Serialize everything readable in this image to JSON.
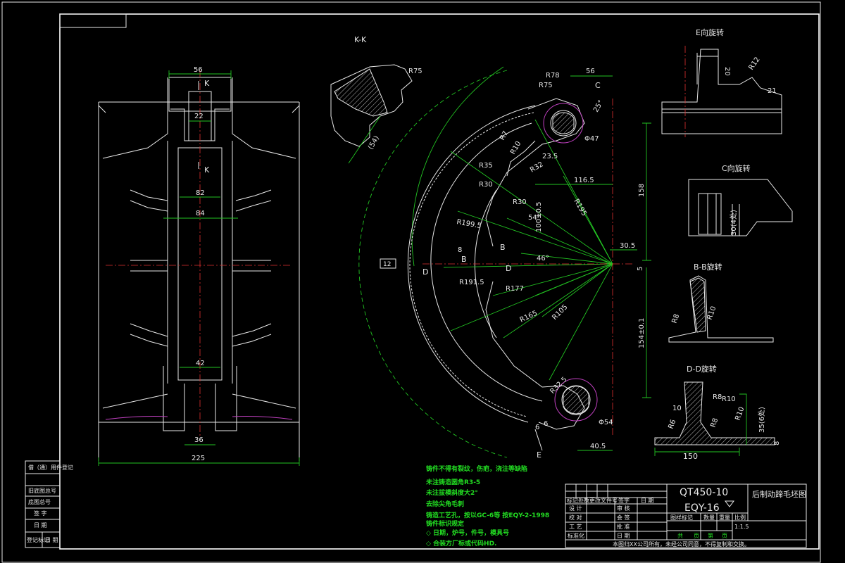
{
  "views": {
    "section_kk": "K-K",
    "view_e": "E向旋转",
    "view_c": "C向旋转",
    "section_bb": "B-B旋转",
    "section_dd": "D-D旋转"
  },
  "markers": {
    "k_top": "K",
    "k_bottom": "K",
    "c_arrow": "C",
    "e_arrow": "E",
    "d_left": "D",
    "d_right": "D",
    "b_left": "B",
    "b_right": "B",
    "ref_box": "12"
  },
  "side_view_dims": {
    "d56": "56",
    "d22": "22",
    "d82": "82",
    "d84": "84",
    "d42": "42",
    "d36": "36",
    "d225": "225"
  },
  "kk_dims": {
    "r75": "R75",
    "d5": "(54)"
  },
  "main_dims": {
    "r78": "R78",
    "r75": "R75",
    "d56": "56",
    "a25": "25°",
    "d47": "Φ47",
    "r10": "R10",
    "r7": "R7",
    "d23_5": "23.5",
    "r35": "R35",
    "r32": "R32",
    "d116_5": "116.5",
    "r30a": "R30",
    "r30b": "R30",
    "r195": "R195",
    "d158": "158",
    "r199": "R199.5",
    "a54": "54°",
    "d100": "100±0.5",
    "d8": "8",
    "d30_5": "30.5",
    "a46": "46°",
    "d5": "5",
    "r191": "R191.5",
    "r177": "R177",
    "r165": "R165",
    "r105": "R105",
    "d154": "154±0.1",
    "r32_5": "R32.5",
    "d6a": "6",
    "d6b": "6",
    "d54": "Φ54",
    "d40_5": "40.5"
  },
  "detail_dims": {
    "e_d20": "20",
    "e_r12": "R12",
    "e_d21": "21",
    "c_d30": "30(4处)",
    "b_r8": "R8",
    "b_r10": "R10",
    "d_r8": "R8",
    "d_r10a": "R10",
    "d_d10": "10",
    "d_r6": "R6",
    "d_r8b": "R8",
    "d_r10b": "R10",
    "d_35": "35(6处)",
    "d_8": "8",
    "d_150": "150"
  },
  "notes": [
    "铸件不得有裂纹，伤疤，浇注等缺陷",
    "未注铸造圆角R3-5",
    "未注拔模斜度大2°",
    "去除尖角毛刺",
    "铸造工艺孔，按以GC-6等  按EQY-2-1998",
    "铸件标识规定",
    "◇ 日期，炉号，件号，模具号",
    "◇ 合装方厂标或代码HD."
  ],
  "title_block": {
    "material": "QT450-10",
    "code": "EQY-16",
    "name": "后制动蹄毛坯图",
    "scale": "1:1.5",
    "rows": [
      {
        "a": "设 计",
        "b": "审 核"
      },
      {
        "a": "校 对",
        "b": "会 签"
      },
      {
        "a": "工 艺",
        "b": "批 准"
      },
      {
        "a": "标准化",
        "b": "日 期"
      }
    ],
    "header": [
      "标记处数",
      "更改文件号",
      "签字",
      "日 期"
    ],
    "stage_header": [
      "图样标记",
      "数量",
      "重量",
      "比例"
    ],
    "sheet": [
      "共",
      "页",
      "第",
      "页"
    ],
    "footer": "本图归XX公司所有，未经公司同意，不得复制和交换。"
  },
  "side_strip": [
    "借（通）用件登记",
    "旧底图总号",
    "底图总号",
    "签 字",
    "日 期",
    "登记标记",
    "日 期"
  ]
}
